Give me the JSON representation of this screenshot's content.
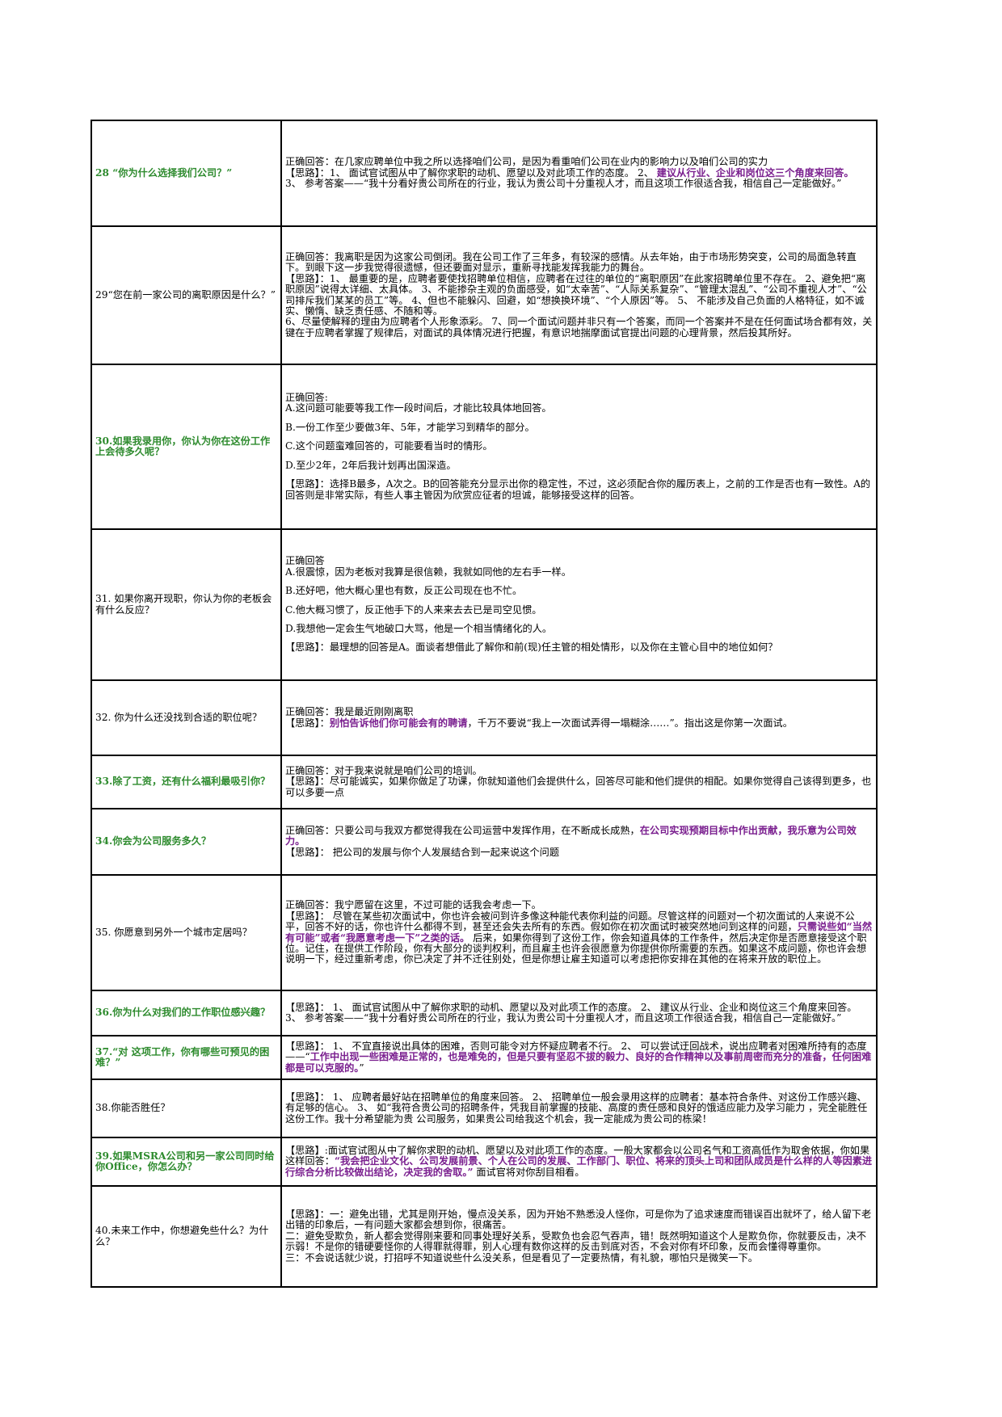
{
  "rows": [
    {
      "q": "28 “你为什么选择我们公司？”",
      "a1": "正确回答：在几家应聘单位中我之所以选择咱们公司，是因为看重咱们公司在业内的影响力以及咱们公司的实力",
      "a2": "【思路】：1、 面试官试图从中了解你求职的动机、愿望以及对此项工作的态度。 2、",
      "a2h": "建议从行业、企业和岗位这三个角度来回答。",
      "a3": "3、 参考答案——“我十分看好贵公司所在的行业，我认为贵公司十分重视人才，而且这项工作很适合我，相信自己一定能做好。”"
    },
    {
      "q": "29“您在前一家公司的离职原因是什么？”",
      "a1": "正确回答：我离职是因为这家公司倒闭。我在公司工作了三年多，有较深的感情。从去年始，由于市场形势突变，公司的局面急转直下。到眼下这一步我觉得很遗憾，但还要面对显示，重新寻找能发挥我能力的舞台。",
      "a2": "【思路】：1、 最重要的是，应聘者要使找招聘单位相信，应聘者在过往的单位的“离职原因”在此家招聘单位里不存在。 2、避免把“离职原因”说得太详细、太具体。 3、不能掺杂主观的负面感受，如“太幸苦”、“人际关系复杂”、“管理太混乱”、“公司不重视人才”、“公司排斥我们某某的员工”等。 4、但也不能躲闪、回避，如“想换换环境”、“个人原因”等。 5、 不能涉及自己负面的人格特征，如不诚实、懒惰、缺乏责任感、不随和等。",
      "a3": "6、尽量使解释的理由为应聘者个人形象添彩。 7、同一个面试问题并非只有一个答案，而同一个答案并不是在任何面试场合都有效，关键在于应聘者掌握了规律后，对面试的具体情况进行把握，有意识地揣摩面试官提出问题的心理背景，然后投其所好。"
    },
    {
      "q": "30.如果我录用你，你认为你在这份工作上会待多久呢？",
      "a0": "正确回答:",
      "a1": "A.这问题可能要等我工作一段时间后，才能比较具体地回答。",
      "a2": "B.一份工作至少要做3年、5年，才能学习到精华的部分。",
      "a3": "C.这个问题蛮难回答的，可能要看当时的情形。",
      "a4": "D.至少2年，2年后我计划再出国深造。",
      "a5": "【思路】：选择B最多，A次之。B的回答能充分显示出你的稳定性，不过，这必须配合你的履历表上，之前的工作是否也有一致性。A的回答则是非常实际，有些人事主管因为欣赏应征者的坦诚，能够接受这样的回答。"
    },
    {
      "q": "31. 如果你离开现职，你认为你的老板会有什么反应？",
      "a0": "正确回答",
      "a1": "A.很震惊，因为老板对我算是很信赖，我就如同他的左右手一样。",
      "a2": "B.还好吧，他大概心里也有数，反正公司现在也不忙。",
      "a3": "C.他大概习惯了，反正他手下的人来来去去已是司空见惯。",
      "a4": "D.我想他一定会生气地破口大骂，他是一个相当情绪化的人。",
      "a5": "【思路】：最理想的回答是A。面谈者想借此了解你和前(现)任主管的相处情形，以及你在主管心目中的地位如何？"
    },
    {
      "q": "32. 你为什么还没找到合适的职位呢？",
      "a1": "正确回答：我是最近刚刚离职",
      "a2": "【思路】：",
      "a2h": "别怕告诉他们你可能会有的聘请",
      "a3": "，千万不要说“我上一次面试弄得一塌糊涂……”。指出这是你第一次面试。"
    },
    {
      "q": "33.除了工资，还有什么福利最吸引你？",
      "a1": "正确回答：对于我来说就是咱们公司的培训。",
      "a2": "【思路】：尽可能诚实，如果你做足了功课，你就知道他们会提供什么，回答尽可能和他们提供的相配。如果你觉得自己该得到更多，也可以多要一点"
    },
    {
      "q": "34.你会为公司服务多久？",
      "a1": "正确回答：只要公司与我双方都觉得我在公司运营中发挥作用，在不断成长成熟，",
      "a1h": "在公司实现预期目标中作出贡献，我乐意为公司效力。",
      "a2": "【思路】： 把公司的发展与你个人发展结合到一起来说这个问题"
    },
    {
      "q": "35. 你愿意到另外一个城市定居吗？",
      "a1": "正确回答：我宁愿留在这里，不过可能的话我会考虑一下。",
      "a2": "【思路】： 尽管在某些初次面试中，你也许会被问到许多像这种能代表你利益的问题。尽管这样的问题对一个初次面试的人来说不公平，回答不好的话，你也许什么都得不到，甚至还会失去所有的东西。假如你在初次面试时被突然地问到这样的问题，",
      "a2h": "只需说些如“当然有可能”或者“我愿意考虑一下”之类的话。",
      "a3": "后来，如果你得到了这份工作，你会知道具体的工作条件，然后决定你是否愿意接受这个职位。记住，在提供工作阶段，你有大部分的谈判权利，而且雇主也许会很愿意为你提供你所需要的东西。如果这不成问题，你也许会想说明一下，经过重新考虑，你已决定了并不迁往别处，但是你想让雇主知道可以考虑把你安排在其他的在将来开放的职位上。"
    },
    {
      "q": "36.你为什么对我们的工作职位感兴趣？",
      "a1": "【思路】： 1、 面试官试图从中了解你求职的动机、愿望以及对此项工作的态度。 2、 建议从行业、企业和岗位这三个角度来回答。 3、 参考答案——“我十分看好贵公司所在的行业，我认为贵公司十分重视人才，而且这项工作很适合我，相信自己一定能做好。”"
    },
    {
      "q": "37.“对 这项工作，你有哪些可预见的困难？”",
      "a1": "【思路】： 1、 不宜直接说出具体的困难，否则可能令对方怀疑应聘者不行。 2、 可以尝试迂回战术，说出应聘者对困难所持有的态度——“",
      "a1h": "工作中出现一些困难是正常的，也是难免的，但是只要有坚忍不拔的毅力、良好的合作精神以及事前周密而充分的准备，任何困难都是可以克服的。",
      "a2": "”"
    },
    {
      "q": "38.你能否胜任？",
      "a1": "【思路】： 1、 应聘者最好站在招聘单位的角度来回答。 2、 招聘单位一般会录用这样的应聘者：基本符合条件、对这份工作感兴趣、有足够的信心。 3、 如“我符合贵公司的招聘条件，凭我目前掌握的技能、高度的责任感和良好的饿适应能力及学习能力 ，完全能胜任这份工作。我十分希望能为贵 公司服务，如果贵公司给我这个机会，我一定能成为贵公司的栋梁！"
    },
    {
      "q": "39.如果MSRA公司和另一家公司同时给你Office，你怎么办？",
      "a1": "【思路】:面试官试图从中了解你求职的动机、愿望以及对此项工作的态度。一般大家都会以公司名气和工资高低作为取舍依据，你如果这样回答：",
      "a1h": "“我会把企业文化、公司发展前景、个人在公司的发展、工作部门、职位、将来的顶头上司和团队成员是什么样的人等因素进行综合分析比较做出结论，决定我的舍取。”",
      "a2": " 面试官将对你刮目相看。"
    },
    {
      "q": "40.未来工作中，你想避免些什么？为什么？",
      "a1": "【思路】：一：避免出错，尤其是刚开始，慢点没关系，因为开始不熟悉没人怪你，可是你为了追求速度而错误百出就坏了，给人留下老出错的印象后，一有问题大家都会想到你，很痛苦。",
      "a2": "二：避免受欺负，新人都会觉得刚来要和同事处理好关系，受欺负也会忍气吞声，错！既然明知道这个人是欺负你，你就要反击，决不示弱！不是你的错硬要怪你的人得罪就得罪，别人心理有数你这样的反击到底对否，不会对你有坏印象，反而会懂得尊重你。",
      "a3": "三：不会说话就少说，打招呼不知道说些什么没关系，但是看见了一定要热情，有礼貌，哪怕只是微笑一下。"
    }
  ]
}
